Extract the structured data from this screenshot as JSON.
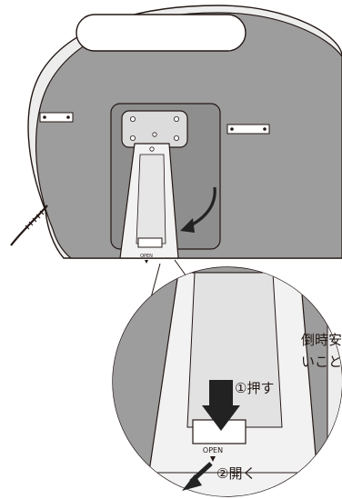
{
  "figure": {
    "stand_open_label": "OPEN",
    "side_text": {
      "line1": "倒時安",
      "line2": "いこと"
    },
    "callouts": {
      "step1_label": "①押す",
      "step2_label": "②開く",
      "open_label": "OPEN"
    },
    "colors": {
      "device_body": "#9d9d9d",
      "device_rim": "#ededed",
      "stand": "#f2f2f2",
      "back_panel": "#8e8e8e",
      "arrow": "#222222",
      "outline": "#231815"
    }
  }
}
